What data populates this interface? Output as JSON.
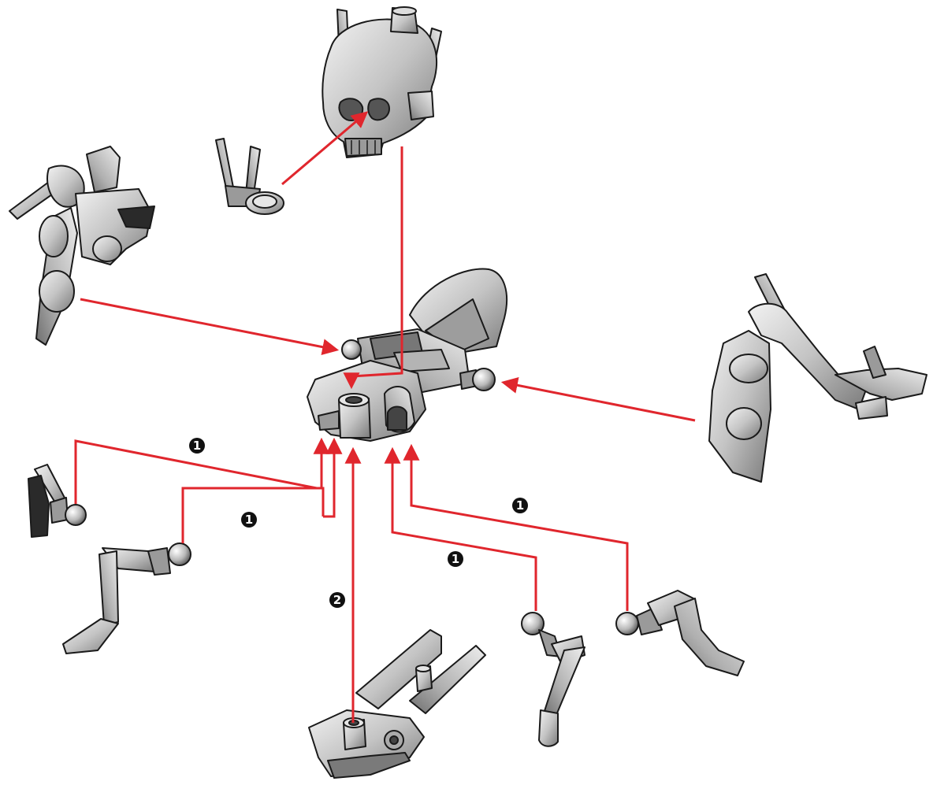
{
  "diagram": {
    "kind": "assembly-instructions",
    "arrow_color": "#e0262d",
    "part_fill": "#c9c9c9",
    "part_shade": "#8a8a8a",
    "part_outline": "#1a1a1a",
    "step_badge_color": "#111111",
    "step_numbers": [
      "1",
      "1",
      "1",
      "1",
      "2"
    ],
    "parts": [
      "skull-head",
      "jaw-piece",
      "left-arm",
      "torso-core",
      "right-arm",
      "leg-front-left",
      "leg-rear-left",
      "leg-front-right",
      "leg-rear-right",
      "base-stand"
    ]
  }
}
